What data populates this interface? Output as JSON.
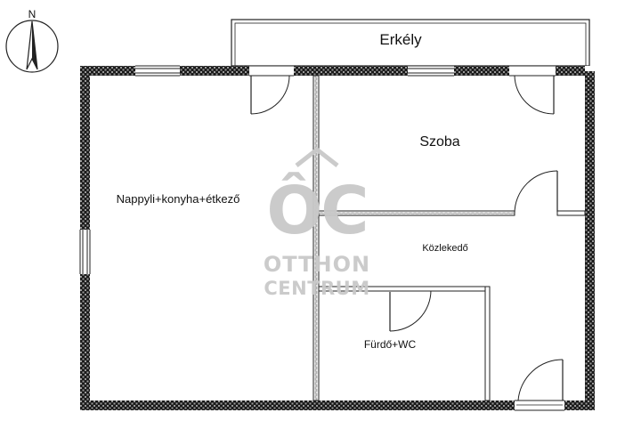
{
  "compass": {
    "label": "N"
  },
  "rooms": {
    "balcony": "Erkély",
    "living": "Nappyli+konyha+étkező",
    "bedroom": "Szoba",
    "hallway": "Közlekedő",
    "bathroom": "Fürdő+WC"
  },
  "watermark": {
    "logo_letters": "ÔC",
    "line1": "OTTHON",
    "line2": "CENTRUM"
  },
  "colors": {
    "wall": "#1a1a1a",
    "wall_hatch": "#888888",
    "line": "#222222",
    "watermark": "#c9c9c9"
  }
}
